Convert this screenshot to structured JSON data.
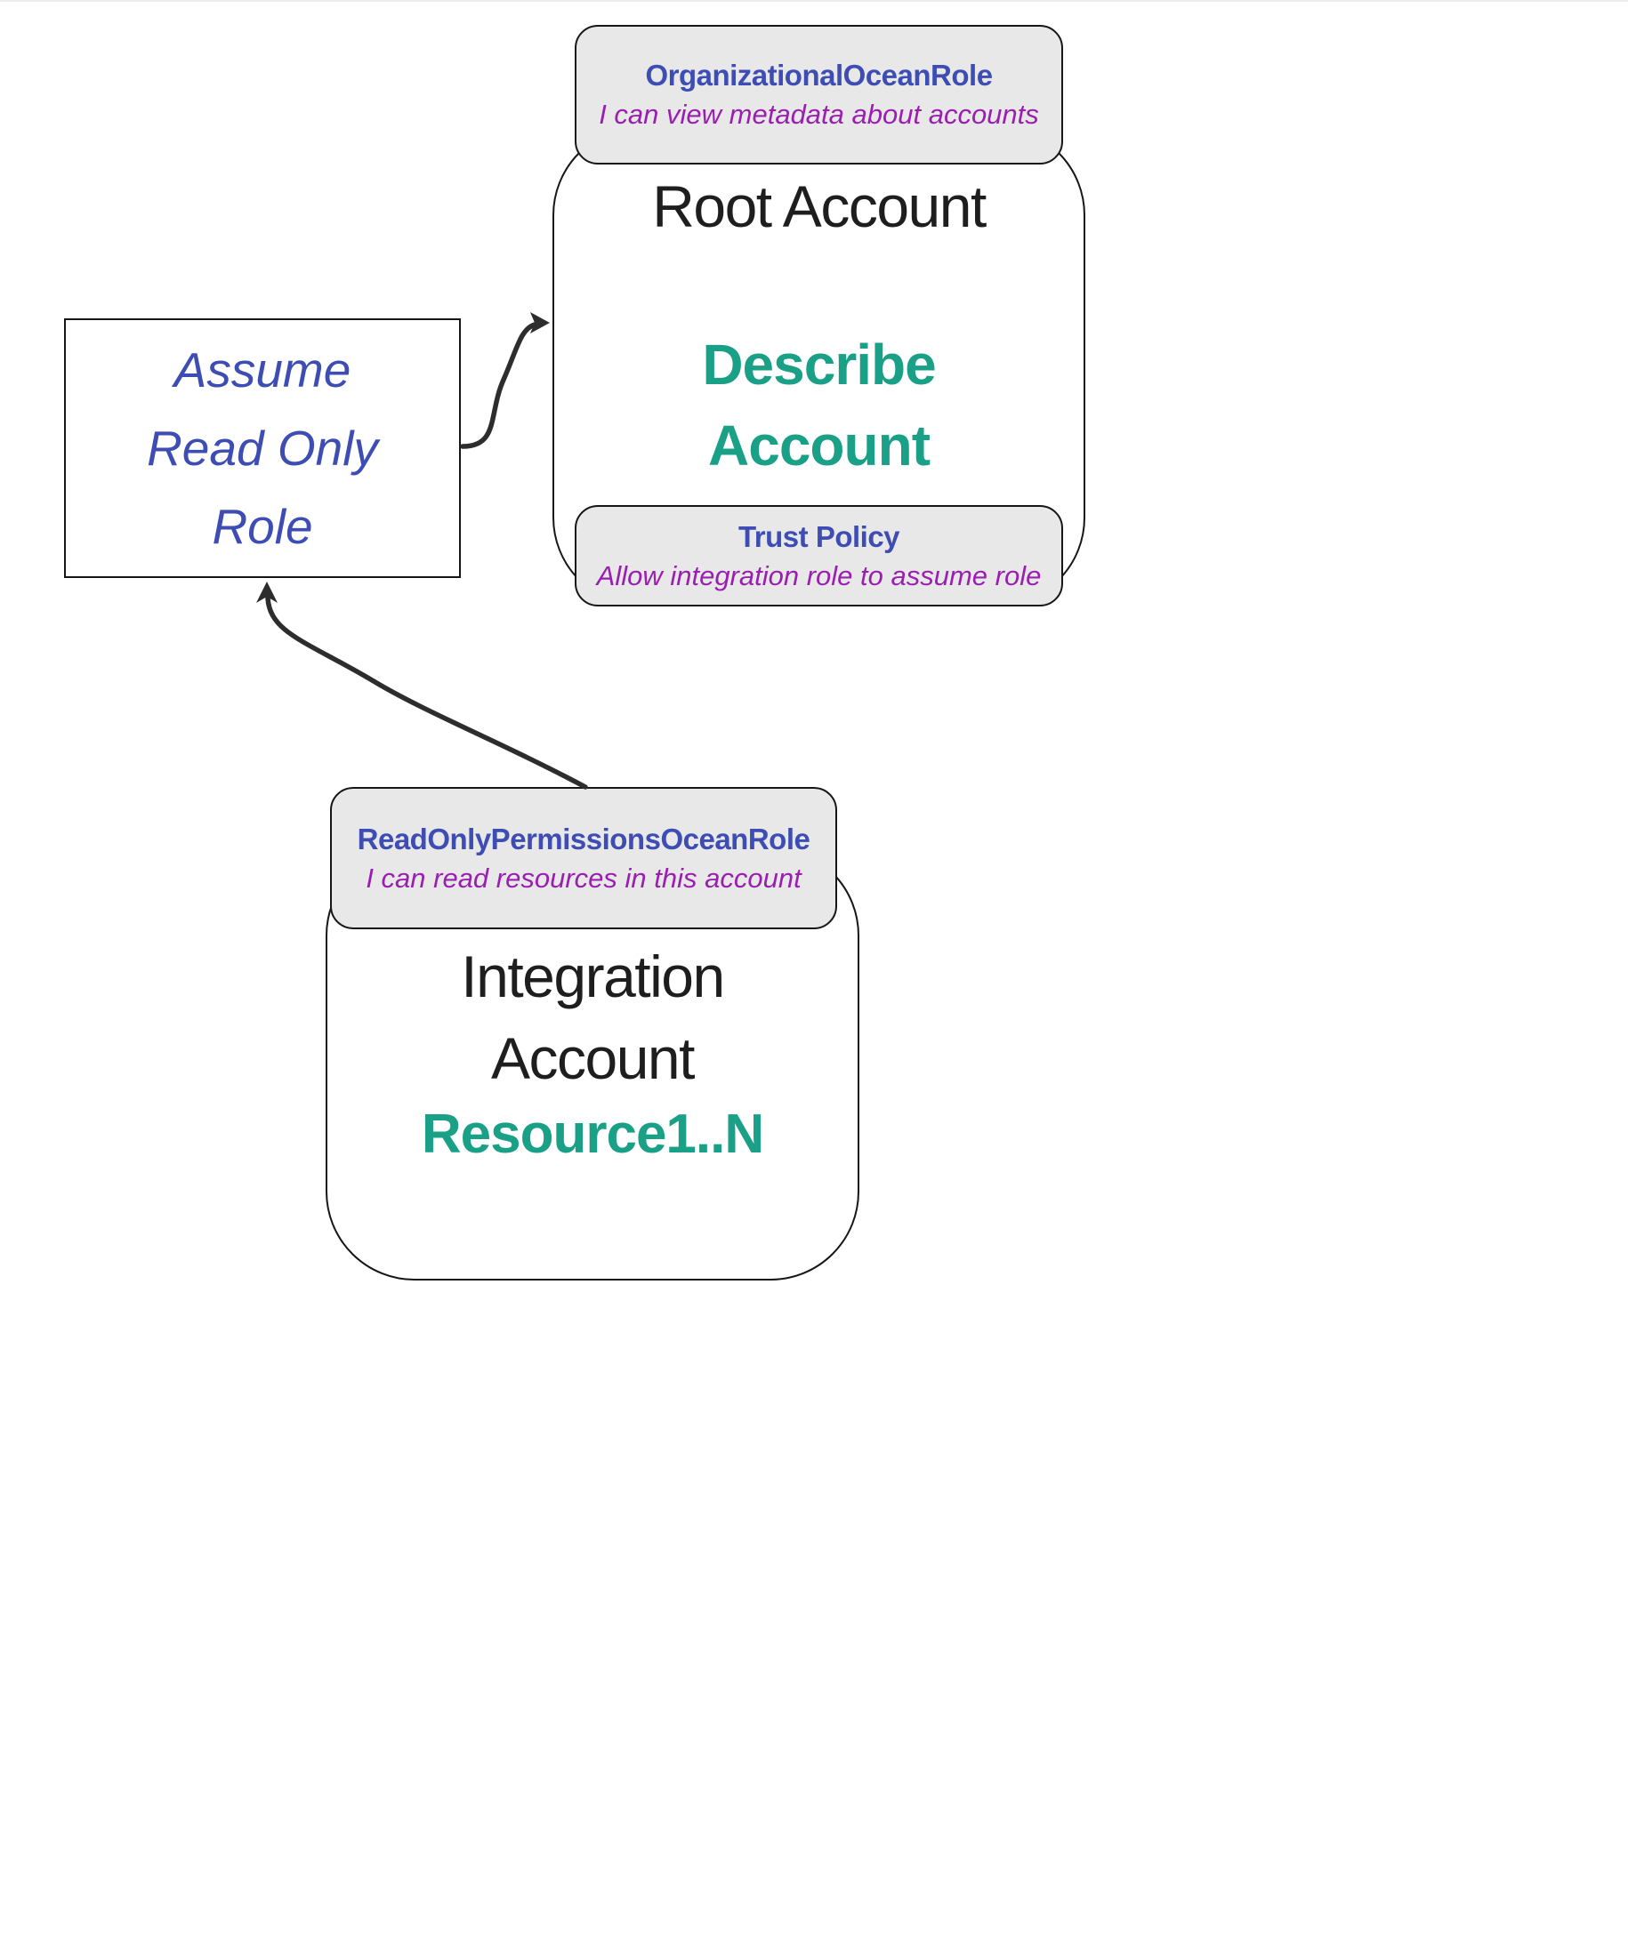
{
  "colors": {
    "indigo": "#3d4db3",
    "purple": "#9a1fb1",
    "teal": "#1aa087",
    "ink": "#1e1e1e",
    "label_bg": "#e8e8e8",
    "border": "#161616",
    "arrow": "#2d2d2d",
    "hairline": "#ededed"
  },
  "left_box": {
    "lines": [
      "Assume",
      "Read Only",
      "Role"
    ]
  },
  "root_account": {
    "title": "Root Account",
    "action": [
      "Describe",
      "Account"
    ],
    "top_label": {
      "title": "OrganizationalOceanRole",
      "subtitle": "I can view metadata about accounts"
    },
    "trust_label": {
      "title": "Trust Policy",
      "subtitle": "Allow integration role to assume role"
    }
  },
  "integration_account": {
    "lines": [
      "Integration",
      "Account"
    ],
    "resource": "Resource1..N",
    "top_label": {
      "title": "ReadOnlyPermissionsOceanRole",
      "subtitle": "I can read resources in this account"
    }
  }
}
